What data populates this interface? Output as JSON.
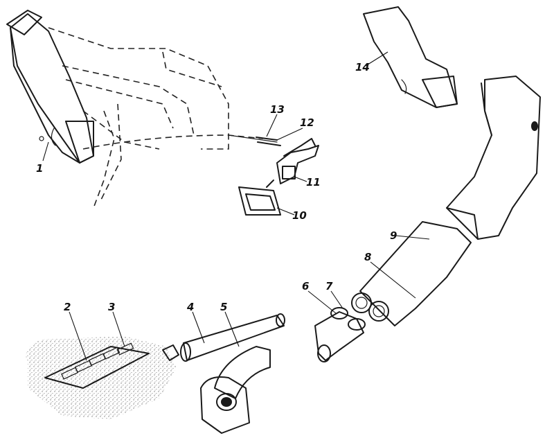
{
  "callouts": [
    {
      "id": "1",
      "text": "1"
    },
    {
      "id": "2",
      "text": "2"
    },
    {
      "id": "3",
      "text": "3"
    },
    {
      "id": "4",
      "text": "4"
    },
    {
      "id": "5",
      "text": "5"
    },
    {
      "id": "6",
      "text": "6"
    },
    {
      "id": "7",
      "text": "7"
    },
    {
      "id": "8",
      "text": "8"
    },
    {
      "id": "9",
      "text": "9"
    },
    {
      "id": "10",
      "text": "10"
    },
    {
      "id": "11",
      "text": "11"
    },
    {
      "id": "12",
      "text": "12"
    },
    {
      "id": "13",
      "text": "13"
    },
    {
      "id": "14",
      "text": "14"
    }
  ],
  "colors": {
    "ink": "#1a1a1a",
    "background": "#ffffff",
    "stipple": "#9a9a9a"
  }
}
